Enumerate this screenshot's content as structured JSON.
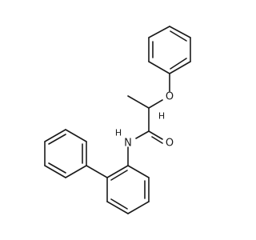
{
  "molecule": {
    "atoms": {
      "oxygen_ether": "O",
      "oxygen_carbonyl": "O",
      "nitrogen": "N",
      "nitrogen_h": "H",
      "methine_h": "H"
    }
  }
}
